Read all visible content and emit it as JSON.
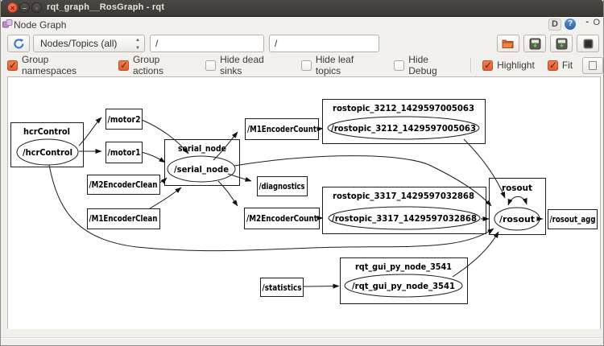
{
  "window": {
    "title": "rqt_graph__RosGraph - rqt",
    "controls": {
      "close": "×",
      "minimize": "–",
      "maximize": "▫"
    }
  },
  "plugin_bar": {
    "title": "Node Graph",
    "controls": {
      "detach": "D",
      "help": "?",
      "minimize": "-",
      "close": "O"
    }
  },
  "toolbar": {
    "graph_type_selected": "Nodes/Topics (all)",
    "spinner_up": "▲",
    "spinner_down": "▼",
    "node_filter_value": "/",
    "topic_filter_value": "/"
  },
  "filters": {
    "checkboxes": [
      {
        "label": "Group namespaces",
        "checked": true
      },
      {
        "label": "Group actions",
        "checked": true
      },
      {
        "label": "Hide dead sinks",
        "checked": false
      },
      {
        "label": "Hide leaf topics",
        "checked": false
      },
      {
        "label": "Hide Debug",
        "checked": false
      },
      {
        "label": "Highlight",
        "checked": true
      },
      {
        "label": "Fit",
        "checked": true
      }
    ]
  },
  "graph": {
    "clusters": [
      {
        "label": "hcrControl"
      },
      {
        "label": "serial_node"
      },
      {
        "label": "rostopic_3212_1429597005063"
      },
      {
        "label": "rostopic_3317_1429597032868"
      },
      {
        "label": "rosout"
      },
      {
        "label": "rqt_gui_py_node_3541"
      }
    ],
    "nodes": [
      {
        "label": "/hcrControl"
      },
      {
        "label": "/serial_node"
      },
      {
        "label": "/rostopic_3212_1429597005063"
      },
      {
        "label": "/rostopic_3317_1429597032868"
      },
      {
        "label": "/rosout"
      },
      {
        "label": "/rqt_gui_py_node_3541"
      }
    ],
    "topics": [
      {
        "label": "/motor2"
      },
      {
        "label": "/motor1"
      },
      {
        "label": "/M2EncoderClean"
      },
      {
        "label": "/M1EncoderClean"
      },
      {
        "label": "/M1EncoderCount"
      },
      {
        "label": "/diagnostics"
      },
      {
        "label": "/M2EncoderCount"
      },
      {
        "label": "/rosout_agg"
      },
      {
        "label": "/statistics"
      }
    ]
  }
}
